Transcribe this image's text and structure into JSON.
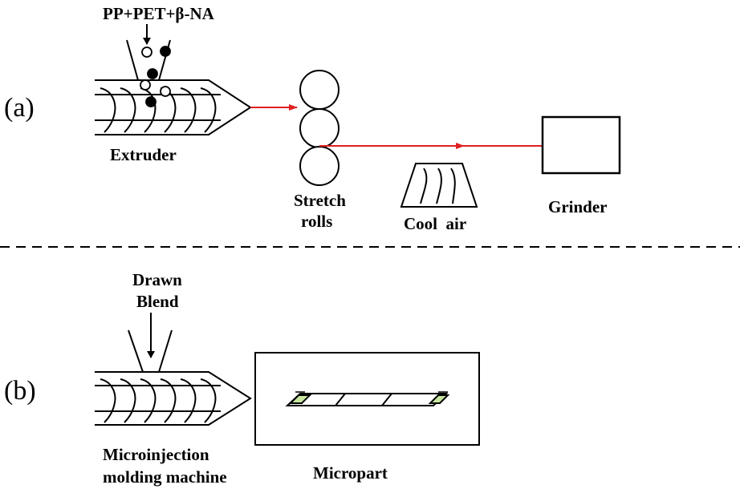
{
  "panel_a": {
    "label": "(a)",
    "feed_label": "PP+PET+β-NA",
    "extruder_label": "Extruder",
    "stretch_rolls_label": [
      "Stretch",
      "rolls"
    ],
    "cool_air_label": "Cool  air",
    "grinder_label": "Grinder"
  },
  "panel_b": {
    "label": "(b)",
    "feed_label": [
      "Drawn",
      "Blend"
    ],
    "machine_label": [
      "Microinjection",
      "molding machine"
    ],
    "micropart_label": "Micropart"
  },
  "colors": {
    "line": "#000000",
    "flow_arrow": "#e02020",
    "micropart_tab": "#c8e6a0"
  }
}
